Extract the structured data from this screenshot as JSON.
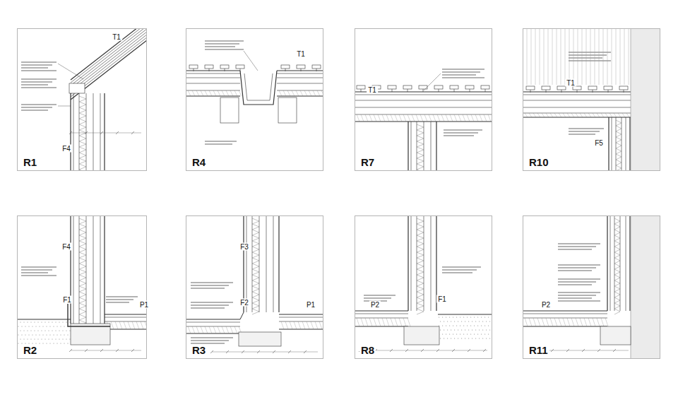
{
  "diagram": {
    "nodes": [
      {
        "text": [
          "R1"
        ]
      },
      {
        "text": [
          "R4"
        ]
      },
      {
        "text": [
          "R7"
        ]
      },
      {
        "text": [
          "R10"
        ]
      },
      {
        "text": [
          "R2"
        ]
      },
      {
        "text": [
          "R3"
        ]
      },
      {
        "text": [
          "R8"
        ]
      },
      {
        "text": [
          "R11"
        ]
      }
    ],
    "labels": [
      "T1",
      "F4",
      "T1",
      "T1",
      "T1",
      "F5",
      "F4",
      "F1",
      "P1",
      "F3",
      "F2",
      "P1",
      "F1",
      "P2",
      "P2"
    ]
  }
}
